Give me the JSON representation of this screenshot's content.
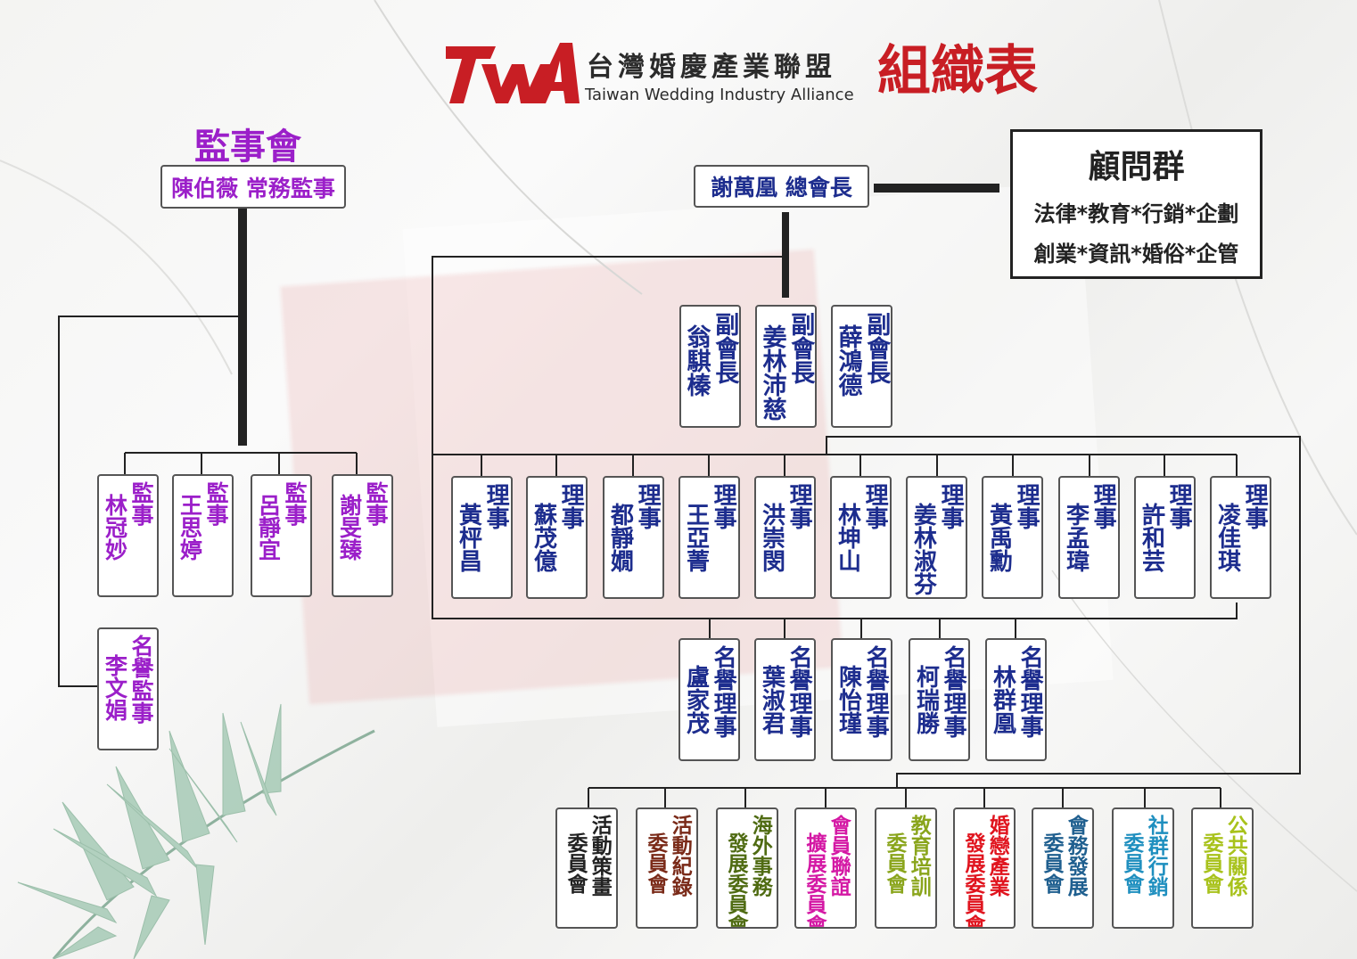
{
  "header": {
    "logo_text": "TWA",
    "org_name_cn": "台灣婚慶產業聯盟",
    "org_name_en": "Taiwan Wedding Industry Alliance",
    "chart_title": "組織表"
  },
  "supervisors": {
    "title": "監事會",
    "chief": "陳伯薇  常務監事",
    "members": [
      {
        "role": "監事",
        "name": "林冠妙"
      },
      {
        "role": "監事",
        "name": "王思婷"
      },
      {
        "role": "監事",
        "name": "呂靜宜"
      },
      {
        "role": "監事",
        "name": "謝旻臻"
      }
    ],
    "honorary": {
      "role": "名譽監事",
      "name": "李文娟"
    }
  },
  "president": "謝萬凰  總會長",
  "advisors": {
    "title": "顧問群",
    "line1": "法律*教育*行銷*企劃",
    "line2": "創業*資訊*婚俗*企管"
  },
  "vice_presidents": [
    {
      "role": "副會長",
      "name": "翁騏榛"
    },
    {
      "role": "副會長",
      "name": "姜林沛慈"
    },
    {
      "role": "副會長",
      "name": "薛鴻德"
    }
  ],
  "directors": [
    {
      "role": "理事",
      "name": "黃枰昌"
    },
    {
      "role": "理事",
      "name": "蘇茂億"
    },
    {
      "role": "理事",
      "name": "都靜嫺"
    },
    {
      "role": "理事",
      "name": "王亞菁"
    },
    {
      "role": "理事",
      "name": "洪崇閔"
    },
    {
      "role": "理事",
      "name": "林坤山"
    },
    {
      "role": "理事",
      "name": "姜林淑芬"
    },
    {
      "role": "理事",
      "name": "黃禹勳"
    },
    {
      "role": "理事",
      "name": "李孟瑋"
    },
    {
      "role": "理事",
      "name": "許和芸"
    },
    {
      "role": "理事",
      "name": "凌佳琪"
    }
  ],
  "honorary_directors": [
    {
      "role": "名譽理事",
      "name": "盧家茂"
    },
    {
      "role": "名譽理事",
      "name": "葉淑君"
    },
    {
      "role": "名譽理事",
      "name": "陳怡瑾"
    },
    {
      "role": "名譽理事",
      "name": "柯瑞勝"
    },
    {
      "role": "名譽理事",
      "name": "林群凰"
    }
  ],
  "committees": [
    {
      "col1": "活動策畫",
      "col2": "委員會",
      "color": "#222222"
    },
    {
      "col1": "活動紀錄",
      "col2": "委員會",
      "color": "#7a2a18"
    },
    {
      "col1": "海外事務",
      "col2": "發展委員會",
      "color": "#4f6b12"
    },
    {
      "col1": "會員聯誼",
      "col2": "擴展委員會",
      "color": "#d418a4"
    },
    {
      "col1": "教育培訓",
      "col2": "委員會",
      "color": "#8aa51c"
    },
    {
      "col1": "婚戀產業",
      "col2": "發展委員會",
      "color": "#e0141e"
    },
    {
      "col1": "會務發展",
      "col2": "委員會",
      "color": "#1f5f8f"
    },
    {
      "col1": "社群行銷",
      "col2": "委員會",
      "color": "#1f8fbf"
    },
    {
      "col1": "公共關係",
      "col2": "委員會",
      "color": "#a8c21c"
    }
  ]
}
